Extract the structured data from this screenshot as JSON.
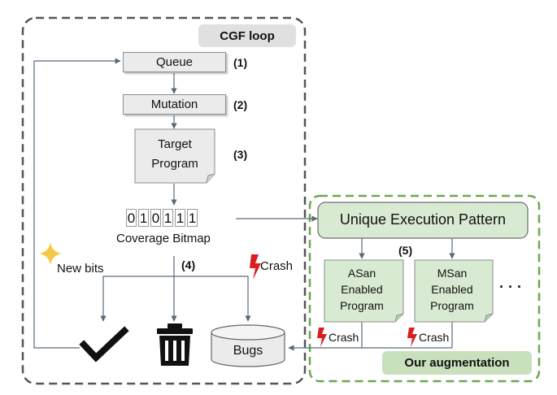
{
  "cgf": {
    "title": "CGF loop",
    "queue": "Queue",
    "mutation": "Mutation",
    "target_line1": "Target",
    "target_line2": "Program",
    "bitmap_bits": [
      "0",
      "1",
      "0",
      "1",
      "1",
      "1"
    ],
    "bitmap_label": "Coverage Bitmap",
    "new_bits": "New bits",
    "crash": "Crash",
    "bugs": "Bugs",
    "steps": [
      "(1)",
      "(2)",
      "(3)",
      "(4)",
      "(5)"
    ]
  },
  "augmentation": {
    "title": "Our augmentation",
    "unique": "Unique Execution Pattern",
    "asan": [
      "ASan",
      "Enabled",
      "Program"
    ],
    "msan": [
      "MSan",
      "Enabled",
      "Program"
    ],
    "more": "· · ·",
    "crash": "Crash"
  },
  "colors": {
    "cgf_border": "#555555",
    "aug_border": "#6aa84f",
    "aug_fill": "#d9ead3",
    "gray_fill": "#ebebeb",
    "crash_red": "#d81e1e",
    "star_yellow": "#f6c945"
  },
  "icons": [
    "star-icon",
    "lightning-icon",
    "checkmark-icon",
    "trash-icon",
    "cylinder-icon"
  ]
}
